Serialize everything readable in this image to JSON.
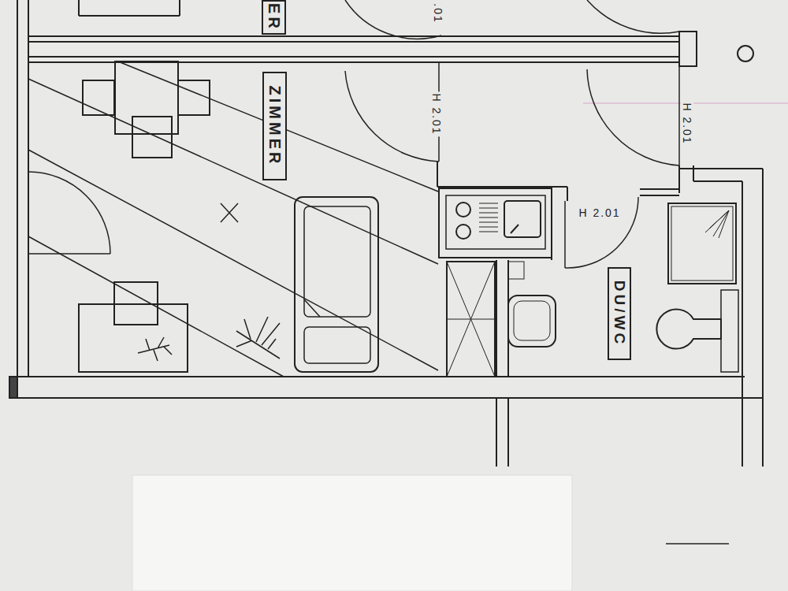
{
  "diagram": {
    "nodes": [
      {
        "text": [
          "ER"
        ]
      },
      {
        "text": [
          "ZIMMER"
        ]
      },
      {
        "text": [
          "DU/WC"
        ]
      }
    ],
    "labels": [
      ".01",
      "H 2.01",
      "H 2.01",
      "H 2.01"
    ]
  }
}
